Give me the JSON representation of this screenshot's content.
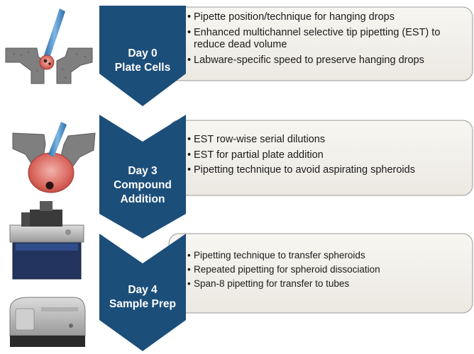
{
  "steps": [
    {
      "day": "Day 0",
      "title_lines": [
        "Plate Cells"
      ],
      "bullets": [
        "Pipette position/technique for hanging drops",
        "Enhanced multichannel selective tip pipetting (EST) to reduce dead volume",
        "Labware-specific speed to preserve hanging drops"
      ]
    },
    {
      "day": "Day 3",
      "title_lines": [
        "Compound",
        "Addition"
      ],
      "bullets": [
        "EST row-wise serial dilutions",
        "EST for partial plate addition",
        "Pipetting technique to avoid aspirating spheroids"
      ]
    },
    {
      "day": "Day 4",
      "title_lines": [
        "Sample Prep"
      ],
      "bullets": [
        "Pipetting technique to transfer spheroids",
        "Repeated pipetting for spheroid dissociation",
        "Span-8 pipetting for transfer to tubes"
      ]
    }
  ],
  "colors": {
    "chevron": "#1c4e7a",
    "box_fill": "#f3f1ec",
    "box_border": "#9a9a9a",
    "plate_gray": "#7f7f7f",
    "tip_blue": "#4a90c8",
    "drop_red": "#c74540"
  },
  "illustrations": {
    "step1": "hanging-drop-plate-icon",
    "step2": "compound-addition-plate-icon",
    "step3a": "microscope-instrument-icon",
    "step3b": "flow-cytometer-instrument-icon"
  }
}
